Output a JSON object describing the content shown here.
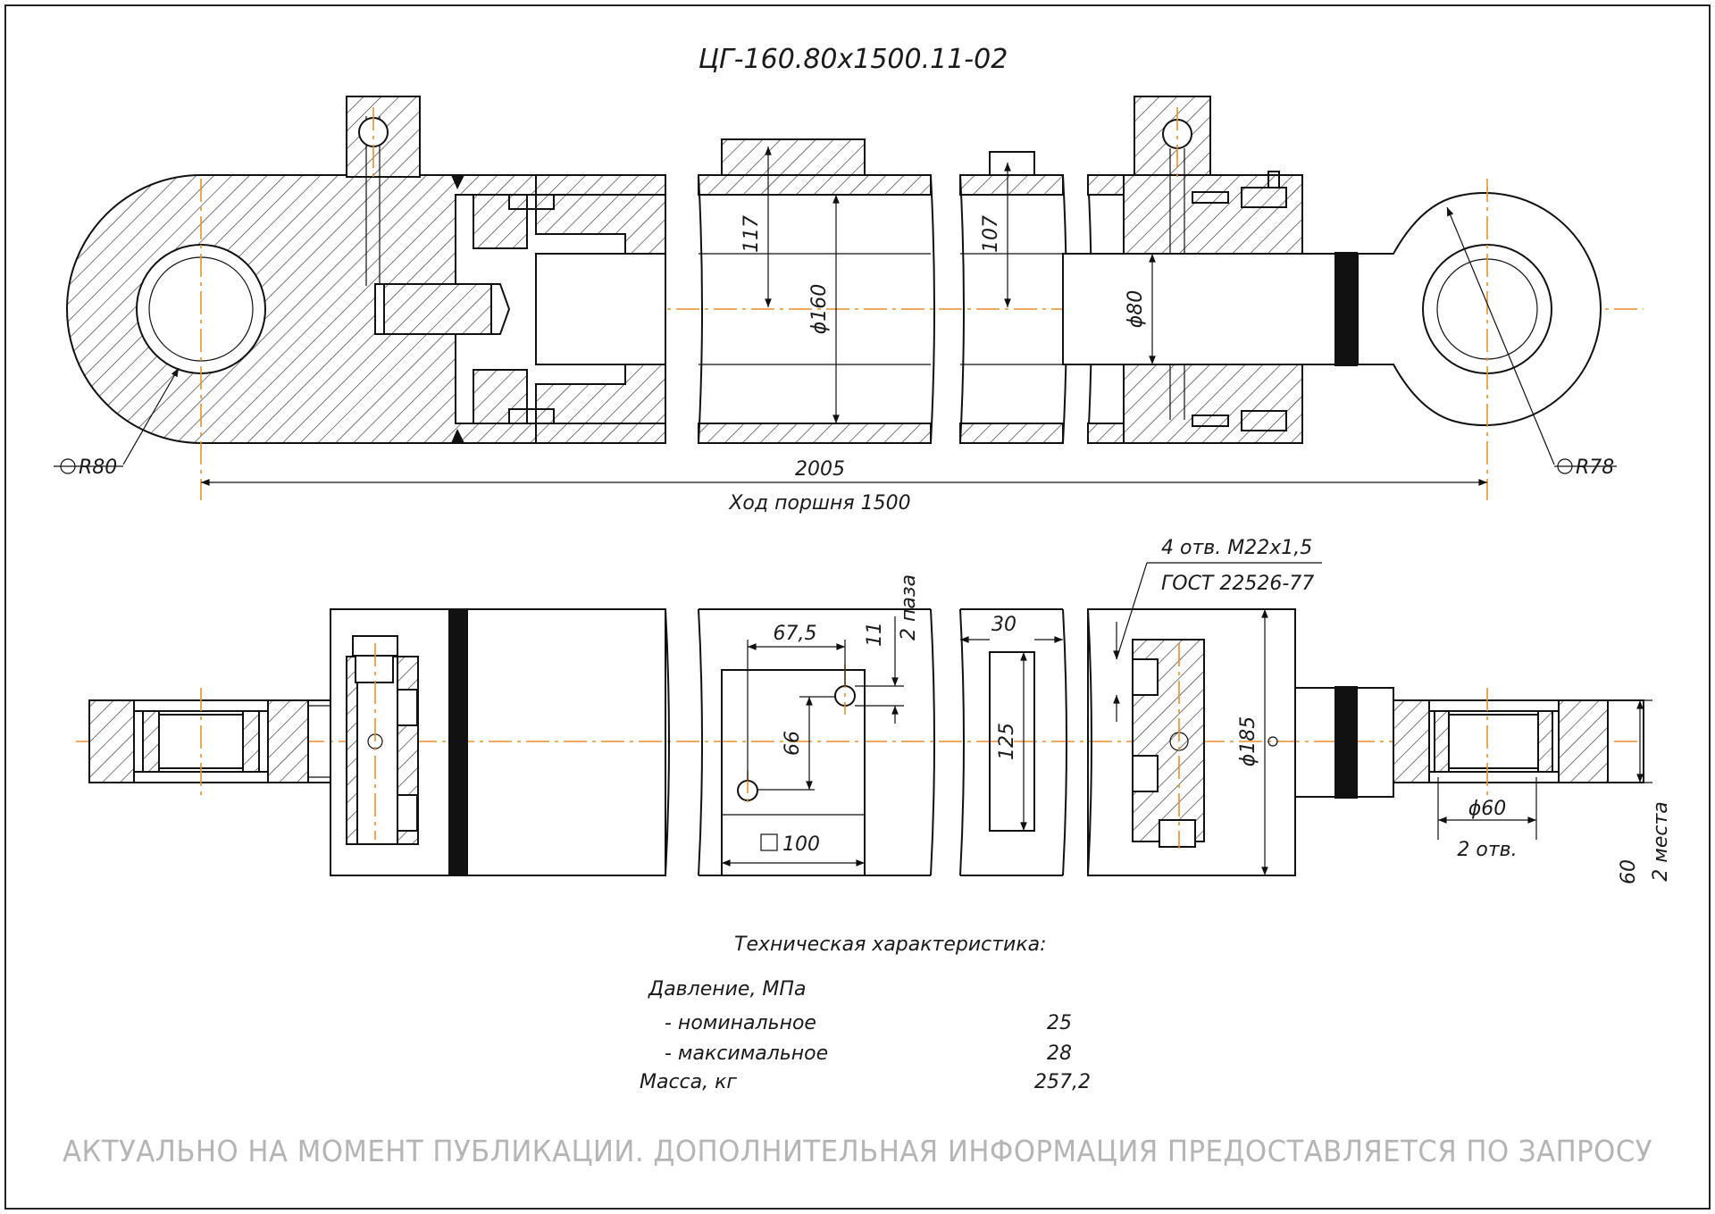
{
  "title": "ЦГ-160.80х1500.11-02",
  "top_view": {
    "dim_117": "117",
    "dim_107": "107",
    "dia_160": "ϕ160",
    "dia_80": "ϕ80",
    "radius_left": "R80",
    "radius_right": "R78",
    "length": "2005",
    "stroke": "Ход поршня 1500"
  },
  "bottom_view": {
    "ports_note_1": "4 отв. М22х1,5",
    "ports_note_2": "ГОСТ 22526-77",
    "dim_67_5": "67,5",
    "dim_11": "11",
    "grooves": "2 паза",
    "dim_30": "30",
    "dim_66": "66",
    "dim_125": "125",
    "dia_185": "ϕ185",
    "square_100": "100",
    "dia_60": "ϕ60",
    "holes_2": "2 отв.",
    "dim_60": "60",
    "places_2": "2 места"
  },
  "specs": {
    "heading": "Техническая характеристика:",
    "pressure_label": "Давление, МПа",
    "nominal_label": "- номинальное",
    "nominal_value": "25",
    "max_label": "- максимальное",
    "max_value": "28",
    "mass_label": "Масса, кг",
    "mass_value": "257,2"
  },
  "footer_note": "АКТУАЛЬНО НА МОМЕНТ ПУБЛИКАЦИИ. ДОПОЛНИТЕЛЬНАЯ ИНФОРМАЦИЯ ПРЕДОСТАВЛЯЕТСЯ ПО ЗАПРОСУ",
  "colors": {
    "line": "#111111",
    "centerline": "#e8902a",
    "note": "#b5b5b5"
  }
}
